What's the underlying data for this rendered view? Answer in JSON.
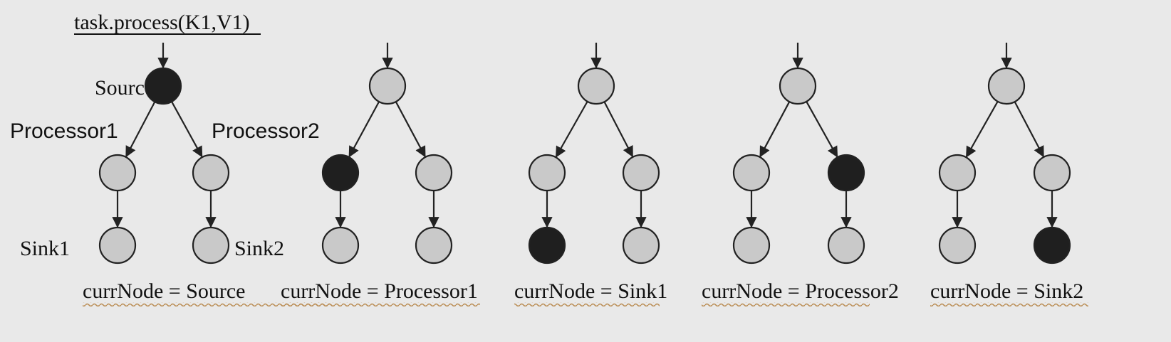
{
  "header": {
    "call": "task.process(K1,V1)"
  },
  "node_labels": {
    "source": "Source",
    "processor1": "Processor1",
    "processor2": "Processor2",
    "sink1": "Sink1",
    "sink2": "Sink2"
  },
  "colors": {
    "inactive": "#c9c9c9",
    "active": "#1f1f1f",
    "caption_underline": "#b98a50"
  },
  "steps": [
    {
      "caption": "currNode = Source",
      "active": "source"
    },
    {
      "caption": "currNode = Processor1",
      "active": "processor1"
    },
    {
      "caption": "currNode = Sink1",
      "active": "sink1"
    },
    {
      "caption": "currNode = Processor2",
      "active": "processor2"
    },
    {
      "caption": "currNode = Sink2",
      "active": "sink2"
    }
  ]
}
